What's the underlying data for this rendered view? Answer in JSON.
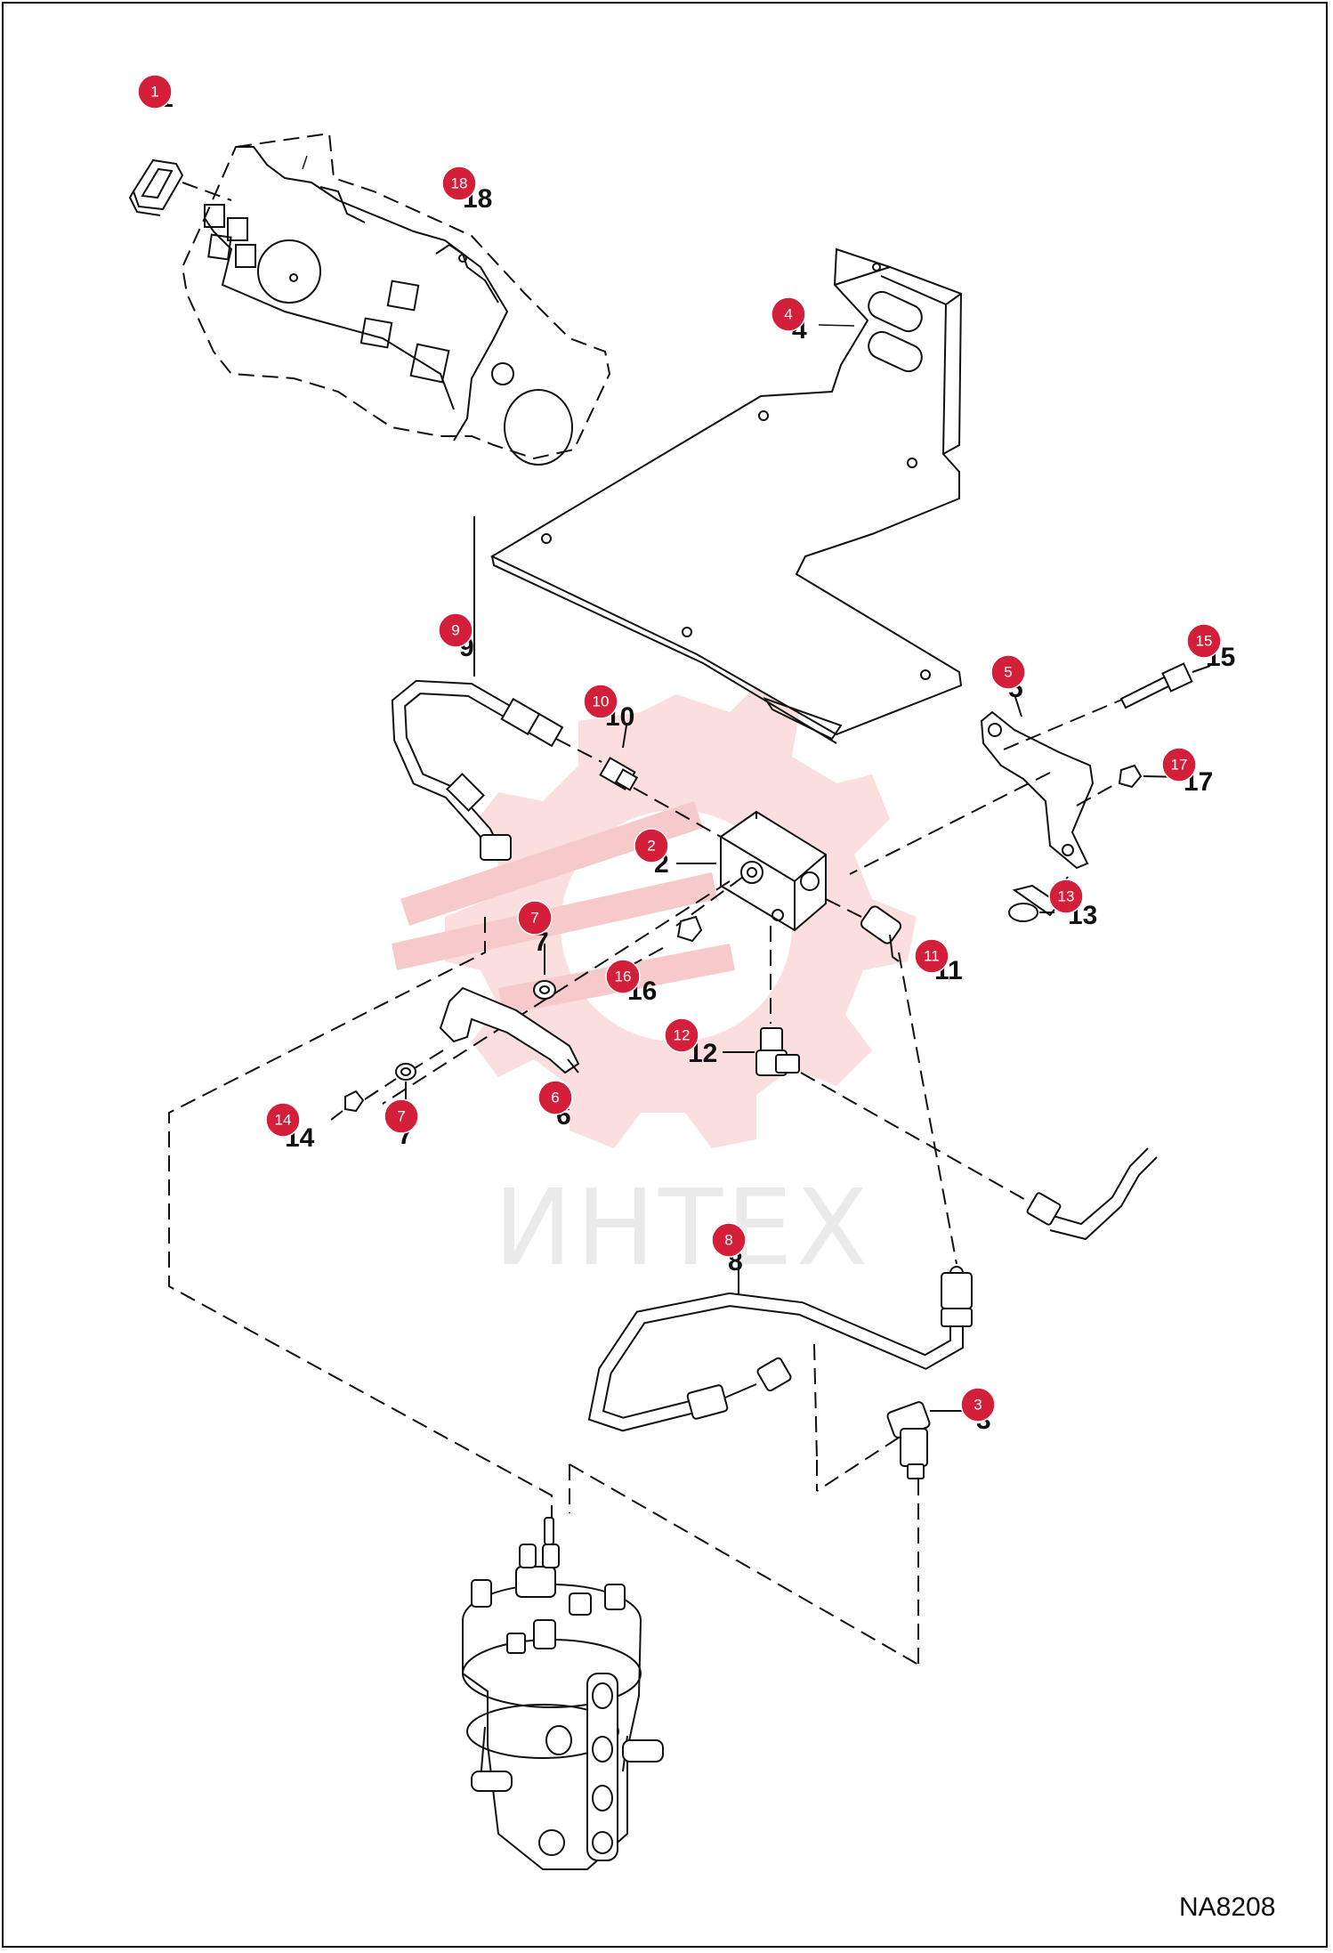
{
  "diagram_code": "NA8208",
  "watermark": {
    "text": "ИНТЕХ",
    "color": "#f4b8b8"
  },
  "badge_color": "#d41f3a",
  "callouts": [
    {
      "id": "1",
      "label": "1"
    },
    {
      "id": "2",
      "label": "2"
    },
    {
      "id": "3",
      "label": "3"
    },
    {
      "id": "4",
      "label": "4"
    },
    {
      "id": "5",
      "label": "5"
    },
    {
      "id": "6",
      "label": "6"
    },
    {
      "id": "7a",
      "label": "7"
    },
    {
      "id": "7b",
      "label": "7"
    },
    {
      "id": "8",
      "label": "8"
    },
    {
      "id": "9",
      "label": "9"
    },
    {
      "id": "10",
      "label": "10"
    },
    {
      "id": "11",
      "label": "11"
    },
    {
      "id": "12",
      "label": "12"
    },
    {
      "id": "13",
      "label": "13"
    },
    {
      "id": "14",
      "label": "14"
    },
    {
      "id": "15",
      "label": "15"
    },
    {
      "id": "16",
      "label": "16"
    },
    {
      "id": "17",
      "label": "17"
    },
    {
      "id": "18",
      "label": "18"
    }
  ]
}
